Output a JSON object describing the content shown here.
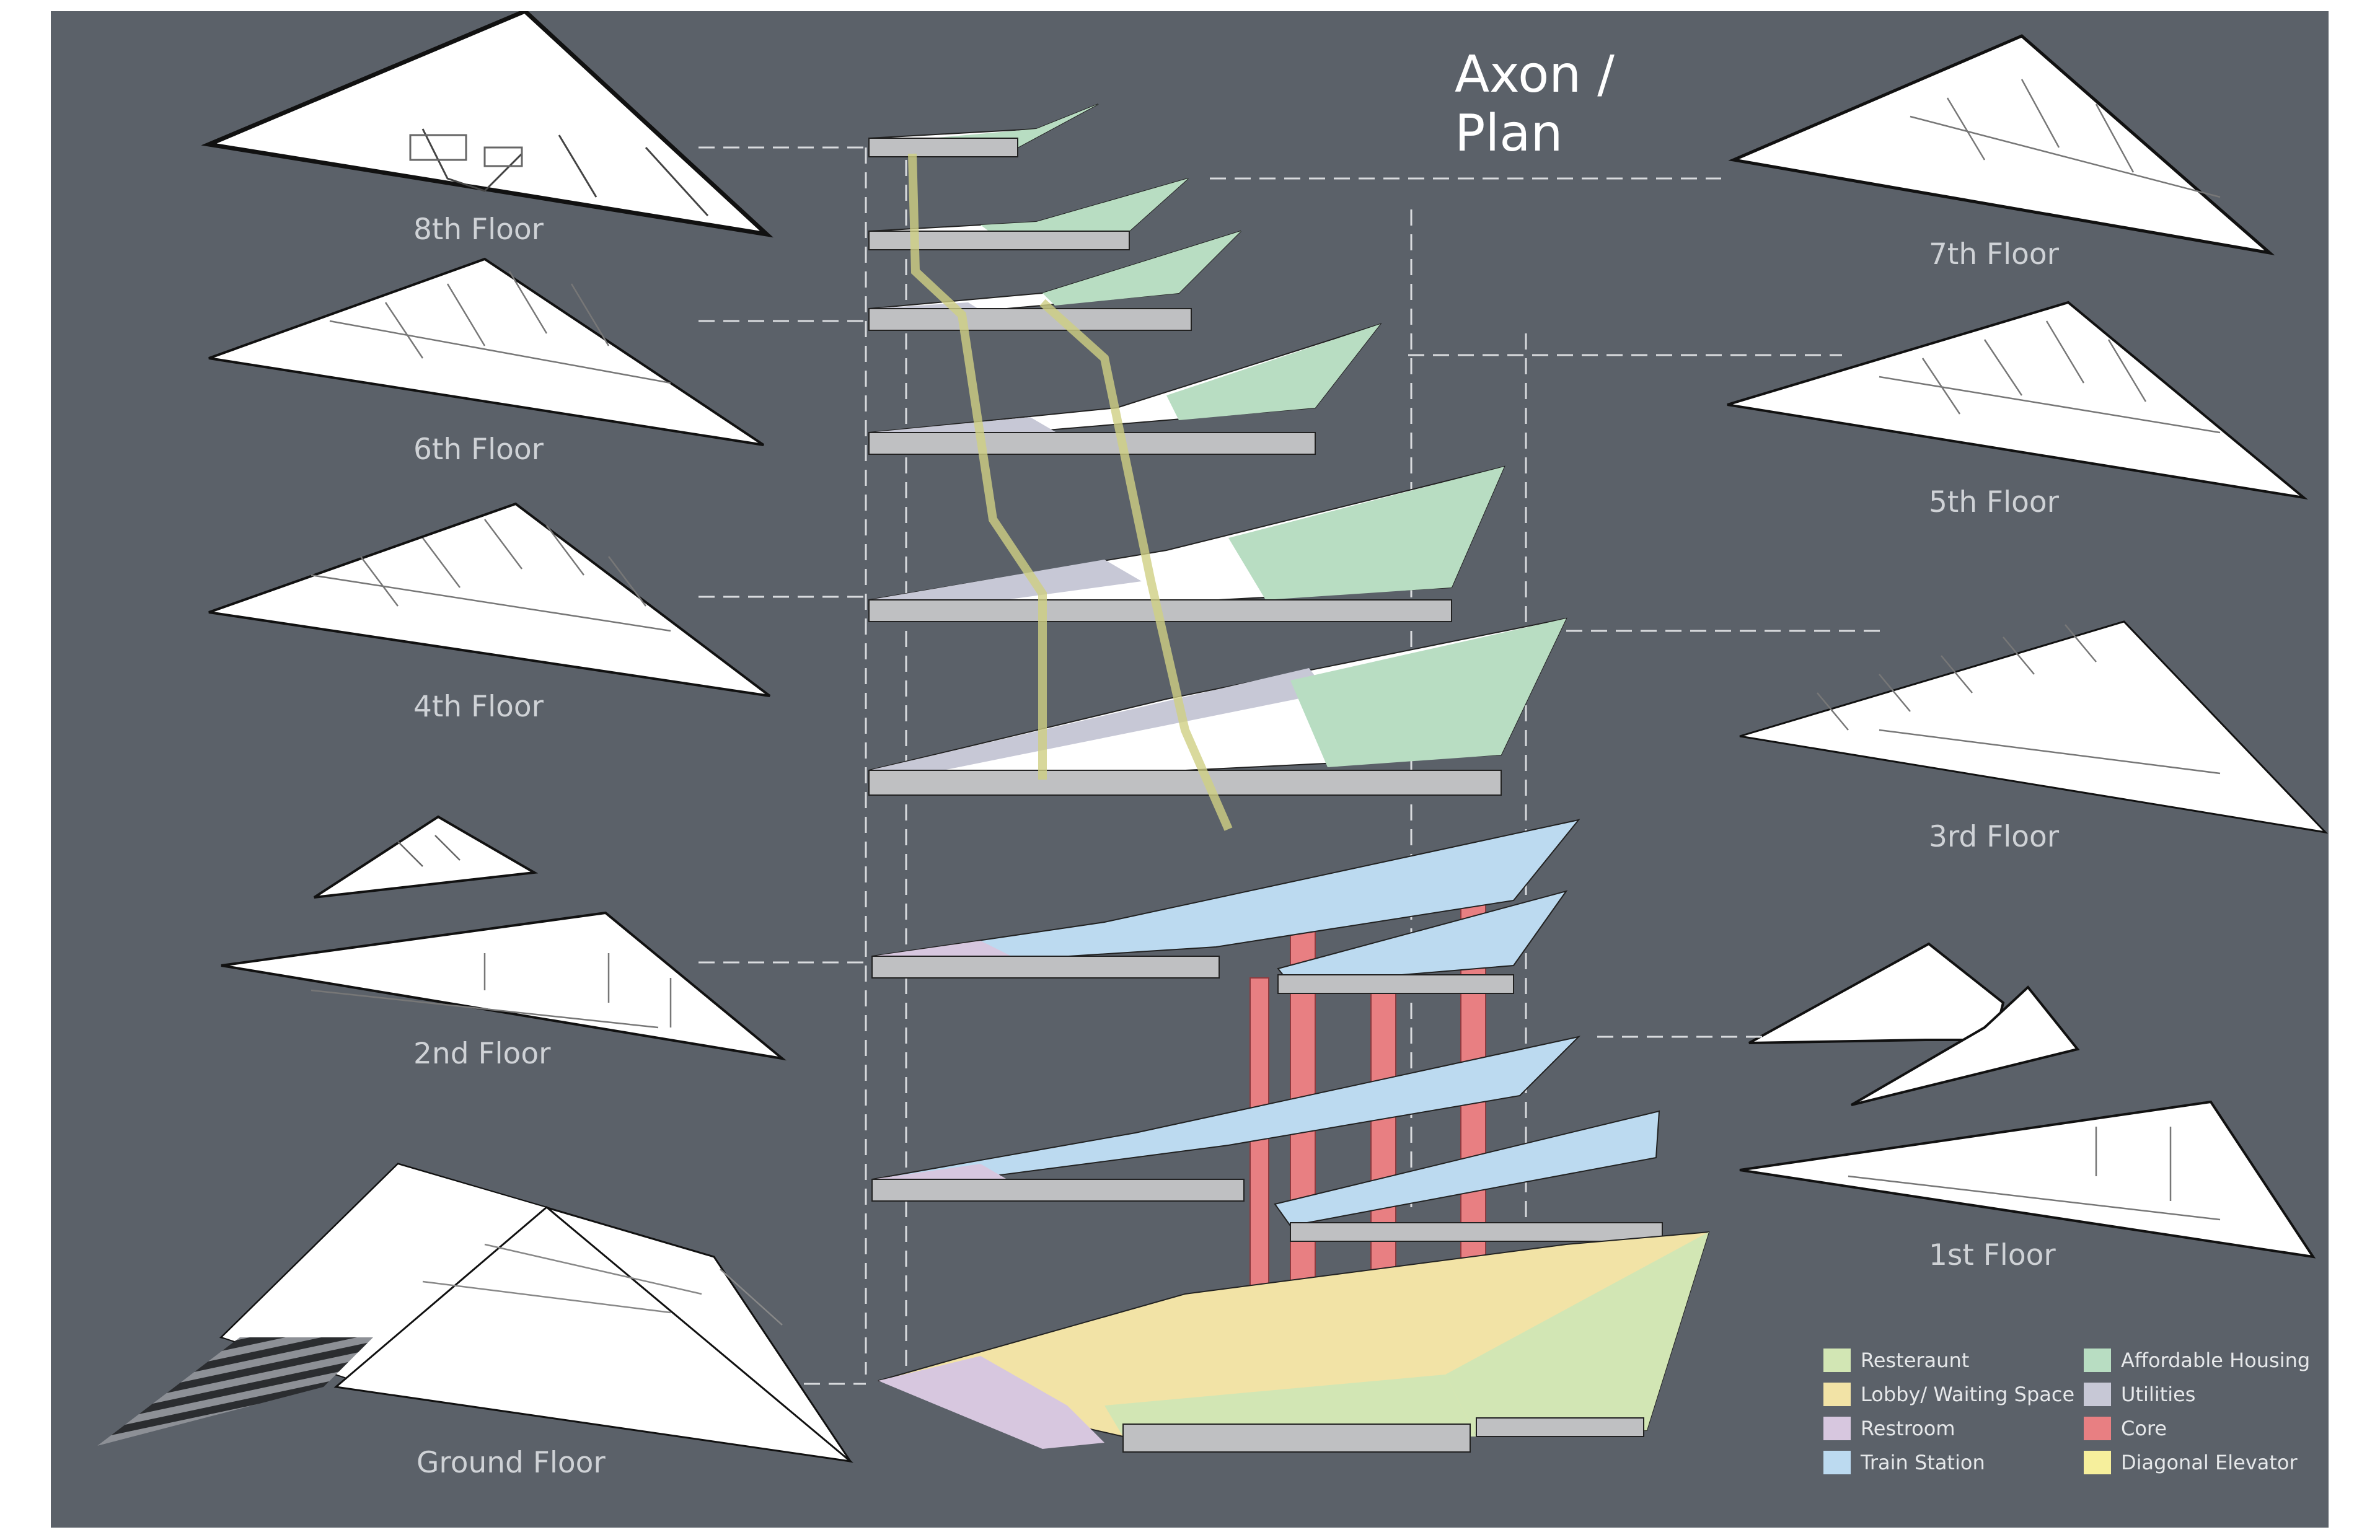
{
  "title": "Axon / Plan",
  "floors": {
    "f8": "8th Floor",
    "f7": "7th Floor",
    "f6": "6th Floor",
    "f5": "5th Floor",
    "f4": "4th Floor",
    "f3": "3rd Floor",
    "f2": "2nd Floor",
    "f1": "1st Floor",
    "g": "Ground Floor"
  },
  "legend": {
    "resteraunt": "Resteraunt",
    "lobby": "Lobby/ Waiting Space",
    "restroom": "Restroom",
    "train": "Train Station",
    "housing": "Affordable Housing",
    "utilities": "Utilities",
    "core": "Core",
    "elevator": "Diagonal Elevator"
  },
  "colors": {
    "background": "#5b6169",
    "resteraunt": "#d2e6b4",
    "lobby": "#f2e3a6",
    "restroom": "#d7c7df",
    "train": "#bcdaf0",
    "housing": "#b8ddc2",
    "utilities": "#c7c8d6",
    "core": "#e87f82",
    "elevator": "#f6ef9c"
  }
}
